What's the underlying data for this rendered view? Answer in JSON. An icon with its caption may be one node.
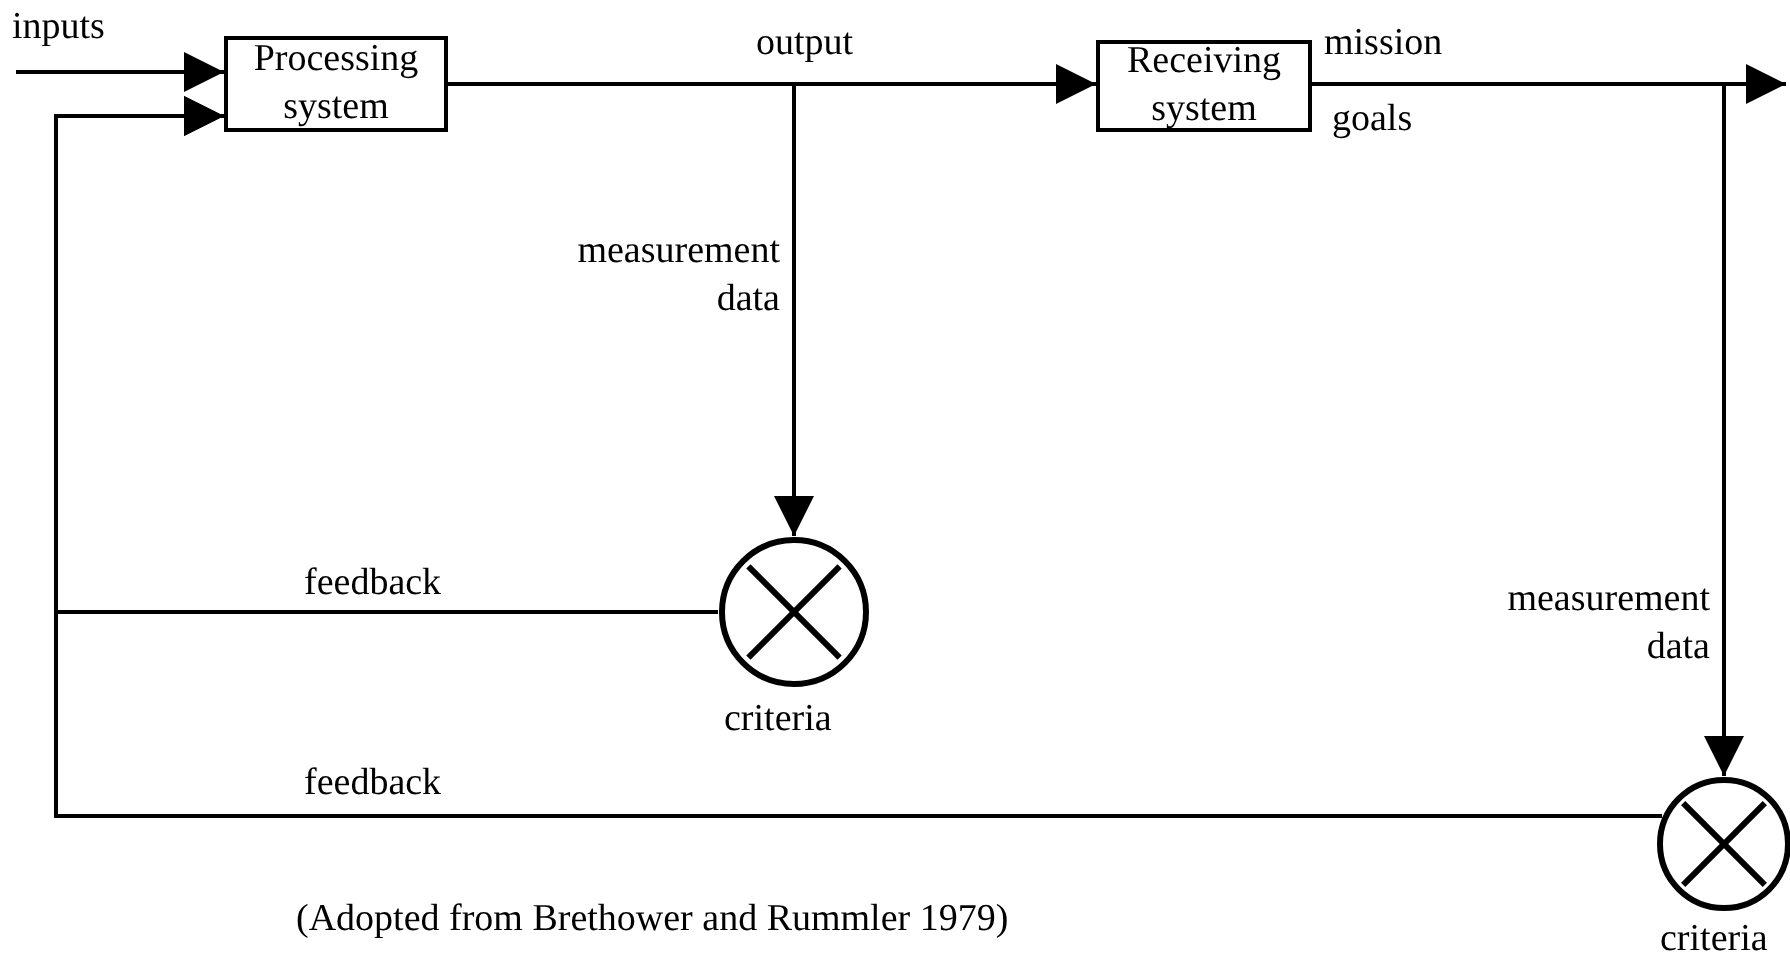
{
  "diagram": {
    "caption": "(Adopted from Brethower and Rummler 1979)",
    "nodes": [
      {
        "text": [
          "Processing system"
        ]
      },
      {
        "text": [
          "Receiving system"
        ]
      },
      {
        "text": [],
        "shape": "circle",
        "beside": [
          "criteria"
        ]
      },
      {
        "text": [],
        "shape": "circle",
        "beside": [
          "criteria"
        ]
      }
    ],
    "edges": [
      {
        "from": null,
        "to": 0,
        "arrow": "to",
        "label": "inputs"
      },
      {
        "from": 0,
        "to": 1,
        "arrow": "to",
        "label": "output"
      },
      {
        "from": 0,
        "to": 2,
        "arrow": "to",
        "label": "measurement data"
      },
      {
        "from": 1,
        "to": null,
        "arrow": "to"
      },
      {
        "from": 1,
        "to": 3,
        "arrow": "to",
        "label": "measurement data"
      },
      {
        "from": 2,
        "to": 0,
        "arrow": "to",
        "label": "feedback"
      },
      {
        "from": 3,
        "to": 0,
        "arrow": "to",
        "label": "feedback"
      }
    ],
    "labels": [
      "mission",
      "goals"
    ]
  }
}
